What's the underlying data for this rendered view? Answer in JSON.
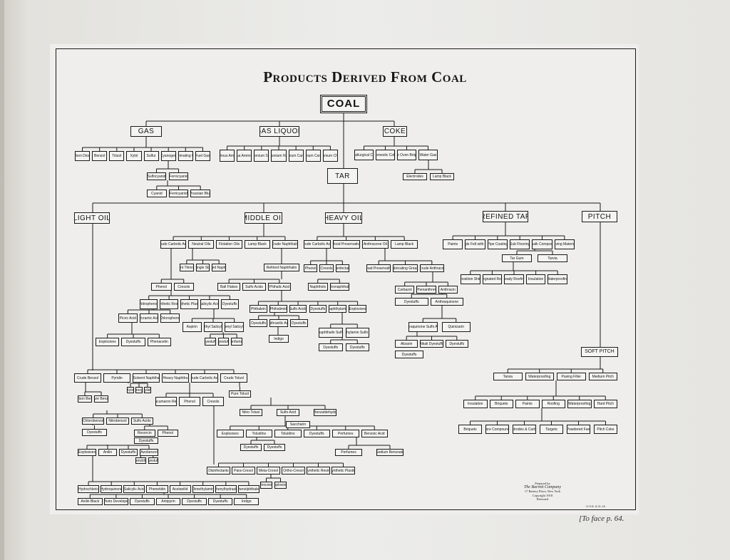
{
  "title": "Products Derived From Coal",
  "root": "COAL",
  "gas": {
    "label": "GAS",
    "items": [
      "Carbon Dioxide",
      "Benzol",
      "Toluol",
      "Xylol",
      "Sulfur",
      "Cyanogen",
      "Illuminating Gas",
      "Fuel Gas"
    ],
    "sub1": [
      "Sulfocyanid",
      "Ferrocyanid"
    ],
    "sub2": [
      "Cyanid",
      "Ferricyanid",
      "Prussian Blue"
    ]
  },
  "gas_liquor": {
    "label": "GAS LIQUOR",
    "items": [
      "Anhydrous Ammonia",
      "Aqua Ammonia",
      "Ammonium Sulfate",
      "Ammonium Nitrate",
      "Ammonium Carbonate",
      "Ammonium Carbonate",
      "Ammonium Chloride"
    ]
  },
  "coke": {
    "label": "COKE",
    "items": [
      "Metallurgical Coke",
      "Domestic Coke",
      "Coke Oven Briquets",
      "Water Gas"
    ],
    "sub": [
      "Electrodes",
      "Lamp Black"
    ]
  },
  "tar": "TAR",
  "light_oil": {
    "label": "LIGHT OIL",
    "row": [
      "Crude Benzol",
      "Pyridin",
      "Solvent Naphtha",
      "Heavy Naphtha",
      "Crude Carbolic Acid",
      "Crude Toluol"
    ],
    "benzol": [
      "Xylol",
      "Nitroxylol",
      "Xylidin"
    ],
    "left": [
      "Carbon Benzol",
      "Pure Benzol"
    ],
    "chlor": [
      "Chlorobenzol",
      "Nitrobenzol",
      "Sulfo Acids"
    ],
    "left2": [
      "Dyestuffs",
      "Resorcin",
      "Phenol",
      "Dyestuffs"
    ],
    "left3": [
      "Explosives",
      "Anilin",
      "Dyestuffs",
      "Azobenzol"
    ],
    "benz": [
      "Benzidin",
      "Dyestuffs"
    ],
    "mid": [
      "Paracumaron Resins",
      "Phenol",
      "Cresols"
    ],
    "toluol": [
      "Pure Toluol",
      "Nitro Toluol",
      "Sulfo Acid",
      "Benzaldehyde"
    ],
    "tol2": [
      "Saccharin"
    ],
    "tol3": [
      "Explosives",
      "Toluidins",
      "Toluidins",
      "Dyestuffs",
      "Perfumes",
      "Benzoic Acid"
    ],
    "tol4": [
      "Dyestuffs",
      "Dyestuffs"
    ],
    "tol5": [
      "Perfumes",
      "Sodium Benzoate"
    ],
    "cres": [
      "Disinfectants",
      "Para-Cresol",
      "Meta-Cresol",
      "Ortho-Cresol",
      "Synthetic Resins",
      "Synthetic Plastics"
    ],
    "nitro": [
      "Nitrocresol",
      "Explosives"
    ],
    "bottom": [
      "Hydrochloric",
      "Hydroquinone",
      "Salicylic Acid",
      "Phenetidin",
      "Acetanilid",
      "Dimethylamin",
      "Phenylhydrazin",
      "Phenolphthalein"
    ],
    "bottom2": [
      "Anilin Black",
      "Photo Developer",
      "Dyestuffs",
      "Antipyrin",
      "Dyestuffs",
      "Dyestuffs",
      "Indigo"
    ]
  },
  "middle_oil": {
    "label": "MIDDLE OIL",
    "items": [
      "Crude Carbolic Acid",
      "Neutral Oils",
      "Flotation Oils",
      "Lamp Black",
      "Crude Naphthalin"
    ],
    "r2": [
      "Paint Thinners",
      "Shingle Stain",
      "Refined Naphthalin"
    ],
    "r3": [
      "Phenol",
      "Cresols",
      "Ball Flakes",
      "Sulfo Acids",
      "Phthalic Acid",
      "Naphthols",
      "Nitronaphthalin"
    ],
    "r4": [
      "Nitrophenol",
      "Synthetic Resins",
      "Synthetic Plastics",
      "Salicylic Acid",
      "Dyestuffs"
    ],
    "r5": [
      "Picric Acid",
      "Picramic Acid",
      "Chlorophenol",
      "Aspirin",
      "Methyl Salicylate",
      "Phenyl Salicylate",
      "Phthalein",
      "Phthalimid",
      "Sulfo Acids",
      "Dyestuffs",
      "Naphthylamin",
      "Explosives"
    ],
    "r6": [
      "Explosives",
      "Dyestuffs",
      "Phenacetin",
      "Dyestuffs",
      "Dyestuffs",
      "Perfumes",
      "Dyestuffs",
      "Anthranilic Acid",
      "Dyestuffs"
    ],
    "r7": [
      "Indigo",
      "Chloronaphthalin Sulfo Acids",
      "Naphthylamin Sulfo Acids"
    ],
    "r8": [
      "Dyestuffs",
      "Dyestuffs"
    ]
  },
  "heavy_oil": {
    "label": "HEAVY OIL",
    "items": [
      "Crude Carbolic Acid",
      "Wood Preservative",
      "Anthracene Oil",
      "Lamp Black"
    ],
    "r2": [
      "Phenol",
      "Cresols",
      "Disinfectants",
      "Road Preservative",
      "Lubricating Grease",
      "Crude Anthracin"
    ],
    "r3": [
      "Carbazol",
      "Phenanthren",
      "Anthracin"
    ],
    "r4": [
      "Dyestuffs",
      "Anthraquinone"
    ],
    "r5": [
      "Anthraquinone Sulfo Acids",
      "Quinizarin"
    ],
    "r6": [
      "Alizarin",
      "Alkali Dyestuffs",
      "Dyestuffs"
    ],
    "r7": [
      "Dyestuffs"
    ]
  },
  "refined_tar": {
    "label": "REFINED TAR",
    "items": [
      "Paints",
      "Shingle Felt with Pitch",
      "Pipe Coating",
      "Sub Flooring",
      "Sidewalk Compositions",
      "Paving Materials"
    ],
    "r2": [
      "Tar Gum",
      "Tarvia"
    ],
    "r3": [
      "Composition Shingles",
      "Impregnated Roofing",
      "Ready Roofing",
      "Insulation",
      "Waterproofing"
    ]
  },
  "pitch": {
    "label": "PITCH",
    "soft": "SOFT PITCH",
    "r1": [
      "Tarvia",
      "Waterproofing",
      "Paving Filler",
      "Medium Pitch"
    ],
    "r2": [
      "Insulation",
      "Briquets",
      "Paints",
      "Roofing",
      "Waterproofing",
      "Hard Pitch"
    ],
    "r3": [
      "Briquets",
      "Core Compounds",
      "Electrodes & Carbons",
      "Targets",
      "Powdered Fuel",
      "Pitch Coke"
    ]
  },
  "credit": {
    "l1": "Prepared by",
    "l2": "The Barrett Company",
    "l3": "17 Battery Place, New York",
    "l4": "Copyright 1918",
    "l5": "Reissued"
  },
  "code": "O.S.B. 8-21-18",
  "face_note": "[To face p. 64."
}
